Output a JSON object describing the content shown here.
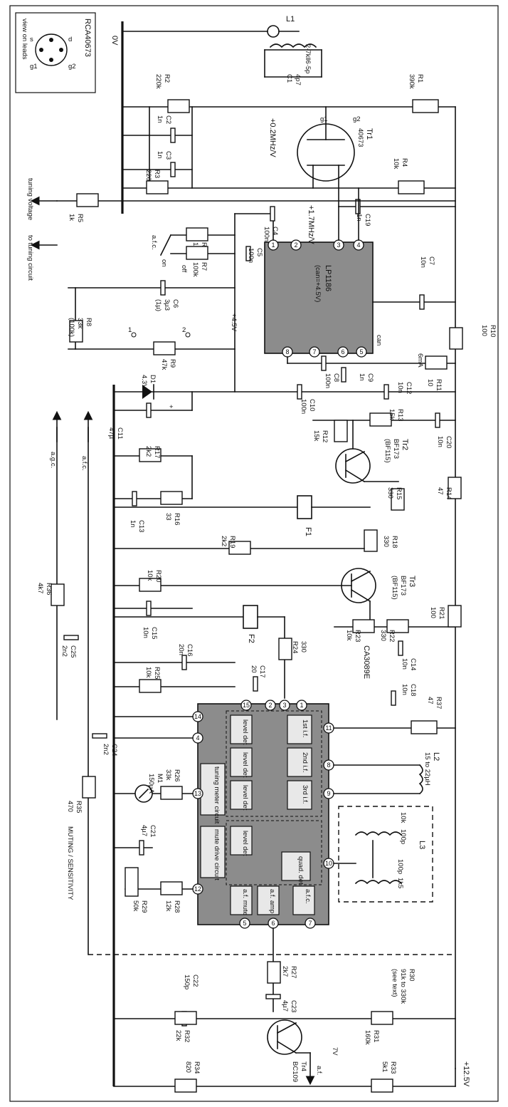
{
  "inset": {
    "device": "RCA40673",
    "caption": "view on leads",
    "pins": [
      "d",
      "g2",
      "s",
      "g1"
    ]
  },
  "rails": {
    "zero_v": "0V",
    "supply": "+12.5V",
    "supply_45": "+4.5V",
    "seven_v": "7V",
    "af_out": "a.f."
  },
  "lines": {
    "tuning_voltage": "tuning voltage",
    "to_tuning_circuit": "to tuning circuit",
    "agc": "a.g.c.",
    "afc": "a.f.c.",
    "muting": "MUTING / SENSITIVITY",
    "tune_slope1": "+0.2MHz/V",
    "tune_slope2": "+1.7MHz/V"
  },
  "switch": {
    "afc_label": "a.f.c.",
    "on": "on",
    "off": "off",
    "pos1": "1",
    "pos2": "2"
  },
  "ics": {
    "lp1186": {
      "name": "LP1186",
      "note": "(can=+4.5V)",
      "can": "can"
    },
    "ca3089": {
      "name": "CA3089E"
    }
  },
  "ca3089_blocks": {
    "if1": "1st i.f.",
    "if2": "2nd i.f.",
    "if3": "3rd i.f.",
    "level_det": "level det",
    "tuning_meter": "tuning meter circuit",
    "mute_drive": "mute drive circuit",
    "quad_det": "quad. det",
    "af_mute": "a.f. mute",
    "af_amp": "a.f. amp",
    "afc": "a.f.c."
  },
  "transistors": {
    "tr1": {
      "ref": "Tr1",
      "type": "40673"
    },
    "tr2": {
      "ref": "Tr2",
      "type": "BF173",
      "alt": "(BF115)"
    },
    "tr3": {
      "ref": "Tr3",
      "type": "BF173",
      "alt": "(BF115)"
    },
    "tr4": {
      "ref": "Tr4",
      "type": "BC109"
    }
  },
  "components": {
    "L1": "L1",
    "L1_note": "2·7k‖6·5p",
    "L2": "L2",
    "L2_value": "15 to 22µH",
    "L3": "L3",
    "L3_v1": "10k",
    "L3_v2": "100p",
    "L3_v3": "100p",
    "L3_v4": "1k5",
    "F1": "F1",
    "F2": "F2",
    "D1": "D1",
    "D1_value": "4.3V",
    "M1": "M1",
    "M1_value": "150µA",
    "R1": "R1",
    "R1v": "390k",
    "R2": "R2",
    "R2v": "220k",
    "R3": "R3",
    "R3v": "220",
    "R4": "R4",
    "R4v": "10k",
    "R5": "R5",
    "R5v": "1k",
    "R6": "R6",
    "R6v": "1k",
    "R7": "R7",
    "R7v": "100k",
    "R8": "R8",
    "R8v": "33k",
    "R8alt": "(100k)",
    "R9": "R9",
    "R9v": "47k",
    "R10": "R10",
    "R10v": "100",
    "R11": "R11",
    "R11v": "10",
    "R12": "R12",
    "R12v": "15k",
    "R13": "R13",
    "R13v": "15k",
    "R14": "R14",
    "R14v": "47",
    "R15": "R15",
    "R15v": "330",
    "R16": "R16",
    "R16v": "33",
    "R17": "R17",
    "R17v": "2k2",
    "R18": "R18",
    "R18v": "330",
    "R19": "R19",
    "R19v": "2k2",
    "R20": "R20",
    "R20v": "10k",
    "R21": "R21",
    "R21v": "100",
    "R22": "R22",
    "R22v": "330",
    "R23": "R23",
    "R23v": "10k",
    "R24": "R24",
    "R24v": "330",
    "R25": "R25",
    "R25v": "10k",
    "R26": "R26",
    "R26v": "33k",
    "R27": "R27",
    "R27v": "2k7",
    "R28": "R28",
    "R28v": "12k",
    "R29": "R29",
    "R29v": "50k",
    "R30": "R30",
    "R30v": "91k to 330k",
    "R30note": "(see text)",
    "R31": "R31",
    "R31v": "160k",
    "R32": "R32",
    "R32v": "22k",
    "R33": "R33",
    "R33v": "5k1",
    "R34": "R34",
    "R34v": "820",
    "R35": "R35",
    "R35v": "470",
    "R36": "R36",
    "R36v": "4k7",
    "R37": "R37",
    "R37v": "47",
    "C1": "C1",
    "C1v": "4p7",
    "C2": "C2",
    "C2v": "1n",
    "C3": "C3",
    "C3v": "1n",
    "C4": "C4",
    "C4v": "100n",
    "C5": "C5",
    "C5v": "100n",
    "C6": "C6",
    "C6v": "3µ3",
    "C6alt": "(1µ)",
    "C7": "C7",
    "C7v": "10n",
    "C8": "C8",
    "C8v": "100n",
    "C9": "C9",
    "C9v": "1n",
    "C10": "C10",
    "C10v": "100n",
    "C11": "C11",
    "C11v": "47µ",
    "C12": "C12",
    "C12v": "10n",
    "C13": "C13",
    "C13v": "1n",
    "C14": "C14",
    "C14v": "10n",
    "C15": "C15",
    "C15v": "10n",
    "C16": "C16",
    "C16v": "20n",
    "C17": "C17",
    "C17v": "20",
    "C18": "C18",
    "C18v": "10n",
    "C19": "C19",
    "C19v": "1n",
    "C20": "C20",
    "C20v": "10n",
    "C21": "C21",
    "C21v": "4µ7",
    "C22": "C22",
    "C22v": "150p",
    "C23": "C23",
    "C23v": "4µ7",
    "C24": "C24",
    "C24v": "2n2",
    "C25": "C25",
    "C25v": "2n2",
    "meter_current": "6mA"
  }
}
